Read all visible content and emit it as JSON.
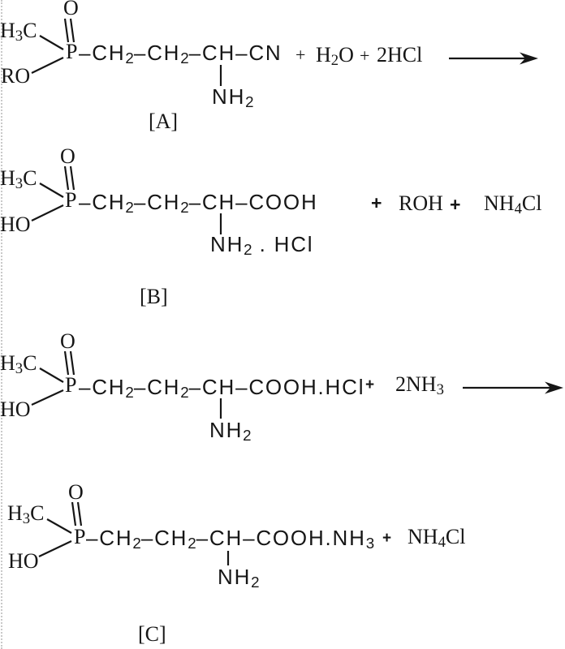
{
  "colors": {
    "ink": "#161616",
    "background": "#ffffff"
  },
  "rows": [
    {
      "oxo": "O",
      "methyl": [
        {
          "t": "H"
        },
        {
          "t": "3",
          "sub": true
        },
        {
          "t": "C"
        }
      ],
      "phosphorus": "P",
      "left_group": "RO",
      "chain": [
        {
          "t": "–CH"
        },
        {
          "t": "2",
          "sub": true
        },
        {
          "t": "–CH"
        },
        {
          "t": "2",
          "sub": true
        },
        {
          "t": "–CH–CN"
        }
      ],
      "amine": [
        {
          "t": "NH"
        },
        {
          "t": "2",
          "sub": true
        }
      ],
      "plus1": "+",
      "reagent1": [
        {
          "t": "H"
        },
        {
          "t": "2",
          "sub": true
        },
        {
          "t": "O"
        }
      ],
      "plus2": "+",
      "reagent2": "2HCl",
      "label": "[A]"
    },
    {
      "oxo": "O",
      "methyl": [
        {
          "t": "H"
        },
        {
          "t": "3",
          "sub": true
        },
        {
          "t": "C"
        }
      ],
      "phosphorus": "P",
      "left_group": "HO",
      "chain": [
        {
          "t": "–CH"
        },
        {
          "t": "2",
          "sub": true
        },
        {
          "t": "–CH"
        },
        {
          "t": "2",
          "sub": true
        },
        {
          "t": "–CH–COOH"
        }
      ],
      "amine": [
        {
          "t": "NH"
        },
        {
          "t": "2",
          "sub": true
        },
        {
          "t": " . HCl"
        }
      ],
      "plus1": "+",
      "reagent1": "ROH",
      "plus2": "+",
      "reagent2": [
        {
          "t": "NH"
        },
        {
          "t": "4",
          "sub": true
        },
        {
          "t": "Cl"
        }
      ],
      "label": "[B]"
    },
    {
      "oxo": "O",
      "methyl": [
        {
          "t": "H"
        },
        {
          "t": "3",
          "sub": true
        },
        {
          "t": "C"
        }
      ],
      "phosphorus": "P",
      "left_group": "HO",
      "chain": [
        {
          "t": "–CH"
        },
        {
          "t": "2",
          "sub": true
        },
        {
          "t": "–CH"
        },
        {
          "t": "2",
          "sub": true
        },
        {
          "t": "–CH–COOH.HCl"
        }
      ],
      "amine": [
        {
          "t": "NH"
        },
        {
          "t": "2",
          "sub": true
        }
      ],
      "plus1": "+",
      "reagent1": [
        {
          "t": "2NH"
        },
        {
          "t": "3",
          "sub": true
        }
      ]
    },
    {
      "oxo": "O",
      "methyl": [
        {
          "t": "H"
        },
        {
          "t": "3",
          "sub": true
        },
        {
          "t": "C"
        }
      ],
      "phosphorus": "P",
      "left_group": "HO",
      "chain": [
        {
          "t": "–CH"
        },
        {
          "t": "2",
          "sub": true
        },
        {
          "t": "–CH"
        },
        {
          "t": "2",
          "sub": true
        },
        {
          "t": "–CH–COOH.NH"
        },
        {
          "t": "3",
          "sub": true
        }
      ],
      "amine": [
        {
          "t": "NH"
        },
        {
          "t": "2",
          "sub": true
        }
      ],
      "plus1": "+",
      "reagent1": [
        {
          "t": "NH"
        },
        {
          "t": "4",
          "sub": true
        },
        {
          "t": "Cl"
        }
      ],
      "label": "[C]"
    }
  ]
}
